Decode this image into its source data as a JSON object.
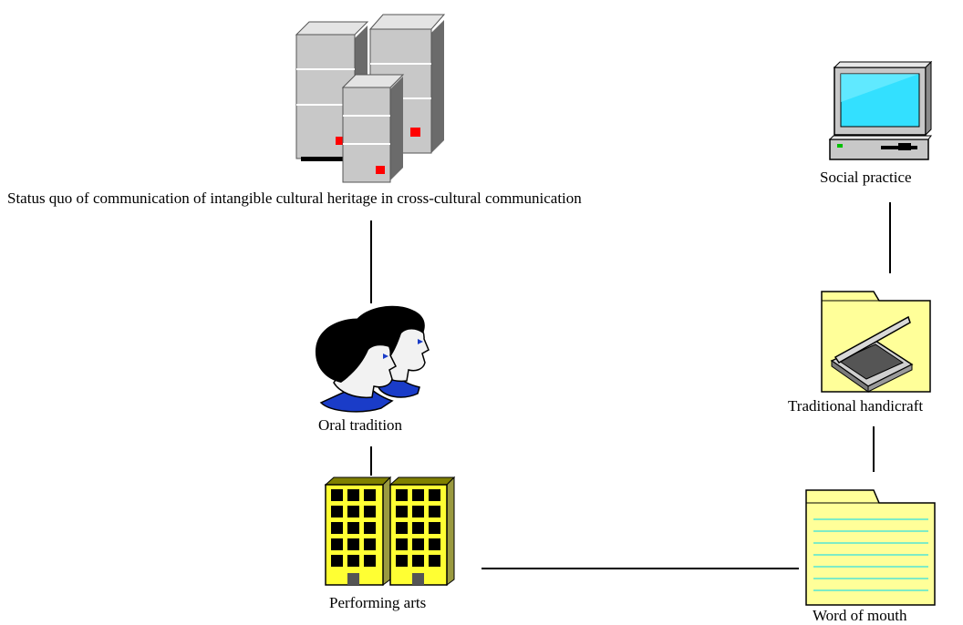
{
  "nodes": {
    "status_quo": {
      "label": "Status quo of communication of intangible cultural heritage in cross-cultural communication",
      "icon": "server-cluster-icon"
    },
    "social_practice": {
      "label": "Social practice",
      "icon": "desktop-computer-icon"
    },
    "oral_tradition": {
      "label": "Oral tradition",
      "icon": "people-icon"
    },
    "traditional_handicraft": {
      "label": "Traditional handicraft",
      "icon": "folder-scanner-icon"
    },
    "performing_arts": {
      "label": "Performing arts",
      "icon": "buildings-icon"
    },
    "word_of_mouth": {
      "label": "Word of mouth",
      "icon": "document-icon"
    }
  },
  "connections": [
    [
      "status_quo",
      "oral_tradition"
    ],
    [
      "oral_tradition",
      "performing_arts"
    ],
    [
      "performing_arts",
      "word_of_mouth"
    ],
    [
      "word_of_mouth",
      "traditional_handicraft"
    ],
    [
      "traditional_handicraft",
      "social_practice"
    ]
  ],
  "colors": {
    "server_gray": "#c8c8c8",
    "indicator_red": "#ff0000",
    "screen_cyan": "#33e0ff",
    "folder_yellow": "#ffff99",
    "building_yellow": "#ffff33",
    "shirt_blue": "#1a3cc8",
    "doc_lines": "#33e0e0"
  }
}
